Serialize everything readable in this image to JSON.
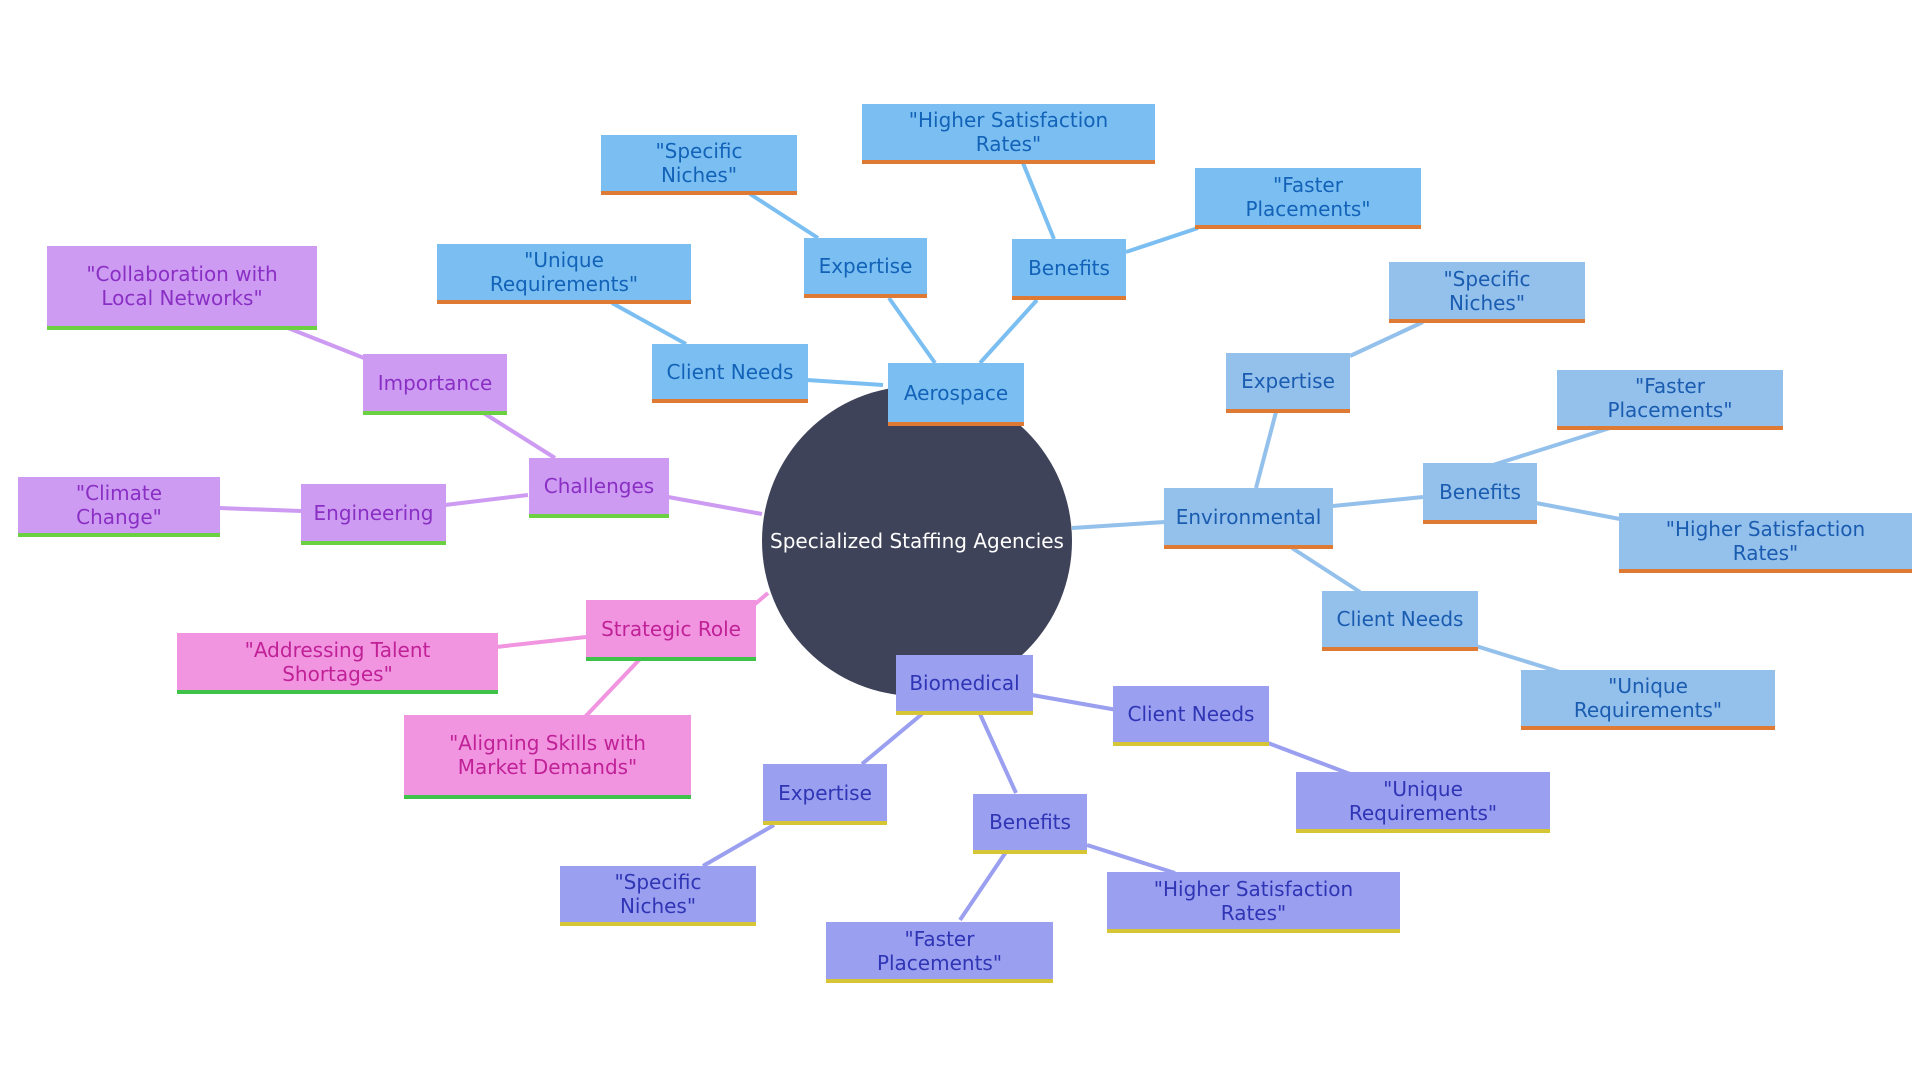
{
  "center": {
    "label": "Specialized Staffing Agencies"
  },
  "colors": {
    "center": "#3f4359",
    "aerospace": "#7bbff2",
    "environmental": "#94c0ec",
    "biomedical": "#9a9ff0",
    "challenges": "#cd9bf2",
    "strategic": "#f195e1"
  },
  "aerospace": {
    "label": "Aerospace",
    "client_needs": "Client Needs",
    "unique_requirements": "\"Unique Requirements\"",
    "expertise": "Expertise",
    "specific_niches": "\"Specific Niches\"",
    "benefits": "Benefits",
    "higher_satisfaction": "\"Higher Satisfaction Rates\"",
    "faster_placements": "\"Faster Placements\""
  },
  "environmental": {
    "label": "Environmental",
    "expertise": "Expertise",
    "specific_niches": "\"Specific Niches\"",
    "benefits": "Benefits",
    "faster_placements": "\"Faster Placements\"",
    "higher_satisfaction": "\"Higher Satisfaction Rates\"",
    "client_needs": "Client Needs",
    "unique_requirements": "\"Unique Requirements\""
  },
  "biomedical": {
    "label": "Biomedical",
    "client_needs": "Client Needs",
    "unique_requirements": "\"Unique Requirements\"",
    "expertise": "Expertise",
    "specific_niches": "\"Specific Niches\"",
    "benefits": "Benefits",
    "higher_satisfaction": "\"Higher Satisfaction Rates\"",
    "faster_placements": "\"Faster Placements\""
  },
  "challenges": {
    "label": "Challenges",
    "importance": "Importance",
    "collaboration": "\"Collaboration with Local Networks\"",
    "engineering": "Engineering",
    "climate_change": "\"Climate Change\""
  },
  "strategic_role": {
    "label": "Strategic Role",
    "talent_shortages": "\"Addressing Talent Shortages\"",
    "aligning_skills": "\"Aligning Skills with Market Demands\""
  }
}
